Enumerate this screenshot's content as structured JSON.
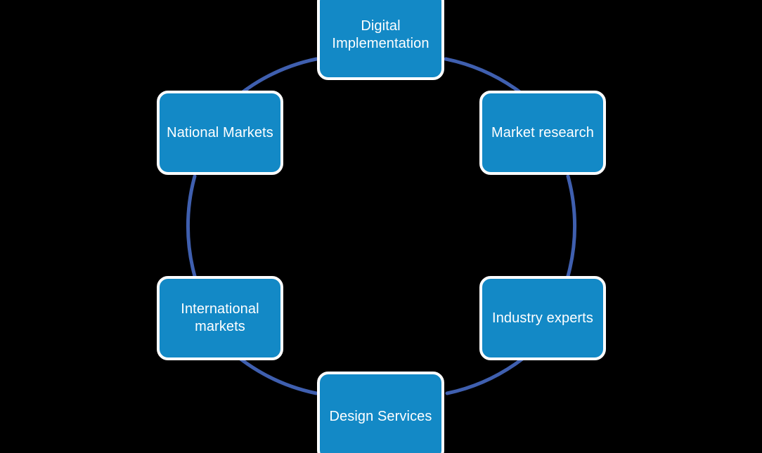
{
  "diagram": {
    "type": "cycle",
    "title": "",
    "background_color": "#000000",
    "node_fill_color": "#1389C6",
    "node_border_color": "#FFFFFF",
    "node_text_color": "#FFFFFF",
    "connector_color": "#3F5FAF",
    "connector_style": "circular-arc-ring",
    "node_count": 6,
    "nodes": [
      {
        "id": "digital-implementation",
        "label": "Digital\nImplementation",
        "position": "top"
      },
      {
        "id": "market-research",
        "label": "Market research",
        "position": "right-upper"
      },
      {
        "id": "industry-experts",
        "label": "Industry experts",
        "position": "right-lower"
      },
      {
        "id": "design-services",
        "label": "Design Services",
        "position": "bottom"
      },
      {
        "id": "international-markets",
        "label": "International\nmarkets",
        "position": "left-lower"
      },
      {
        "id": "national-markets",
        "label": "National Markets",
        "position": "left-upper"
      }
    ]
  }
}
